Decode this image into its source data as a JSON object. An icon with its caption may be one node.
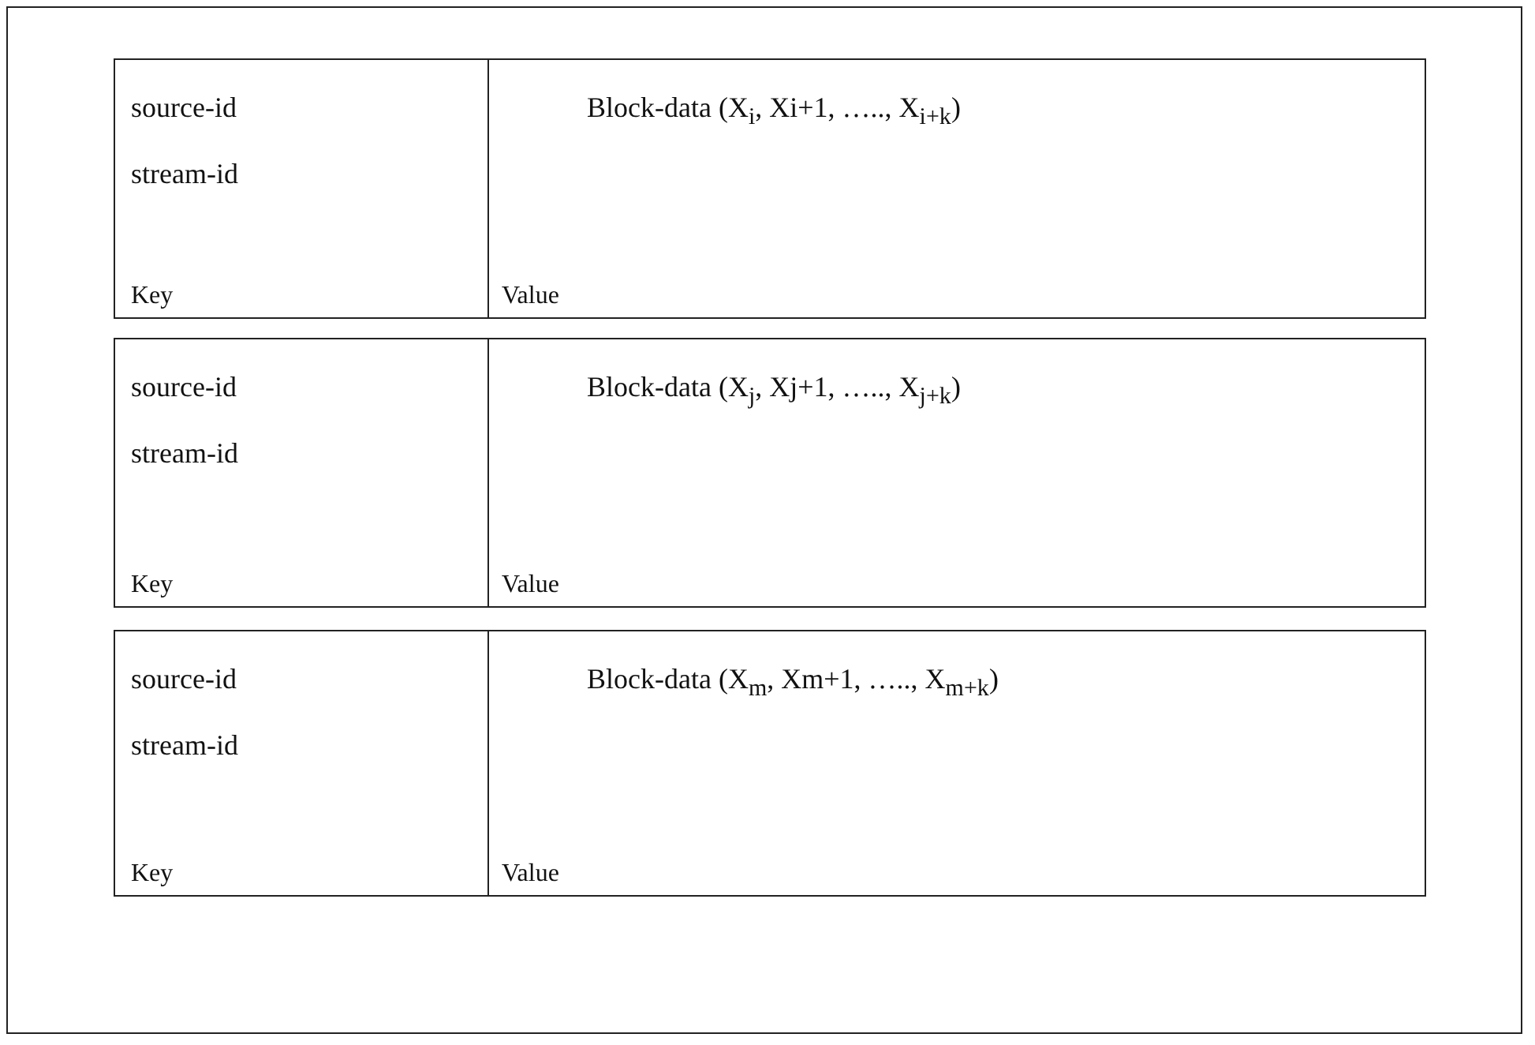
{
  "diagram": {
    "nodes": [
      {
        "text": [
          "source-id",
          "stream-id",
          "Key"
        ]
      },
      {
        "text": [
          "Block-data (X$_{i}$, Xi+1, ….., X$_{i+k}$)",
          "Value"
        ]
      },
      {
        "text": [
          "source-id",
          "stream-id",
          "Key"
        ]
      },
      {
        "text": [
          "Block-data (X$_{j}$, Xj+1, ….., X$_{j+k}$)",
          "Value"
        ]
      },
      {
        "text": [
          "source-id",
          "stream-id",
          "Key"
        ]
      },
      {
        "text": [
          "Block-data (X$_{m}$, Xm+1, ….., X$_{m+k}$)",
          "Value"
        ]
      }
    ]
  }
}
